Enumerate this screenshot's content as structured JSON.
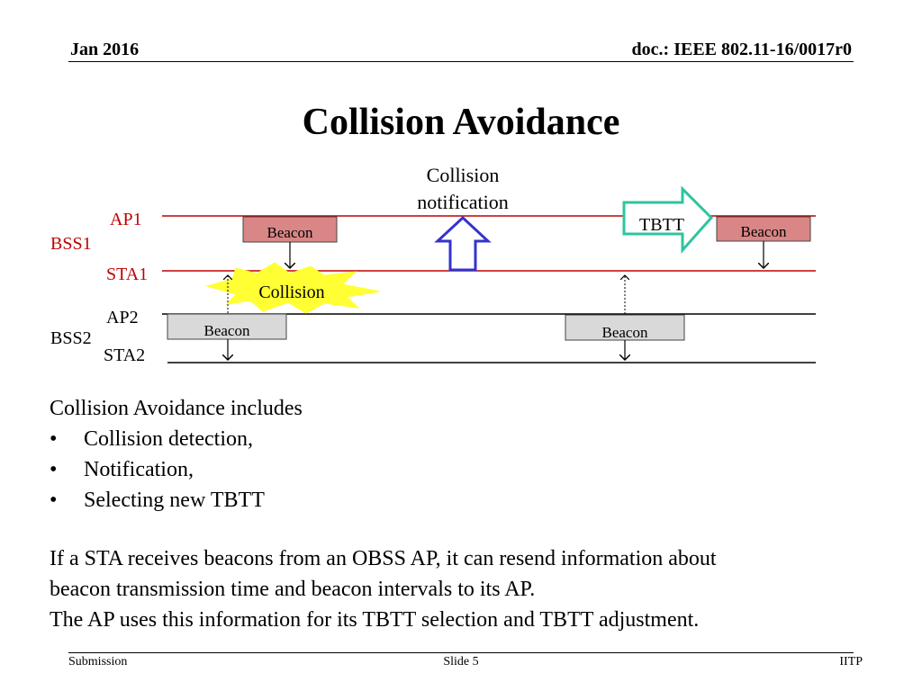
{
  "header": {
    "date": "Jan 2016",
    "doc": "doc.: IEEE 802.11-16/0017r0"
  },
  "title": "Collision Avoidance",
  "diagram": {
    "collision_notification_line1": "Collision",
    "collision_notification_line2": "notification",
    "ap1": "AP1",
    "bss1": "BSS1",
    "sta1": "STA1",
    "ap2": "AP2",
    "bss2": "BSS2",
    "sta2": "STA2",
    "beacon": "Beacon",
    "tbtt": "TBTT",
    "collision": "Collision",
    "colors": {
      "bss1_line": "#c00000",
      "bss1_label": "#c00000",
      "beacon_red_fill": "#d98686",
      "beacon_gray_fill": "#d9d9d9",
      "collision_burst": "#ffff33",
      "notification_arrow": "#3333cc",
      "tbtt_arrow": "#2ec4a0"
    }
  },
  "intro": "Collision Avoidance includes",
  "bullets": [
    "Collision detection,",
    "Notification,",
    "Selecting new TBTT"
  ],
  "paragraph": [
    "If a STA receives beacons from an OBSS AP, it can resend information about",
    "beacon transmission time and beacon intervals to its AP.",
    "The AP uses this information for its TBTT selection and TBTT adjustment."
  ],
  "footer": {
    "left": "Submission",
    "center": "Slide 5",
    "right": "IITP"
  }
}
